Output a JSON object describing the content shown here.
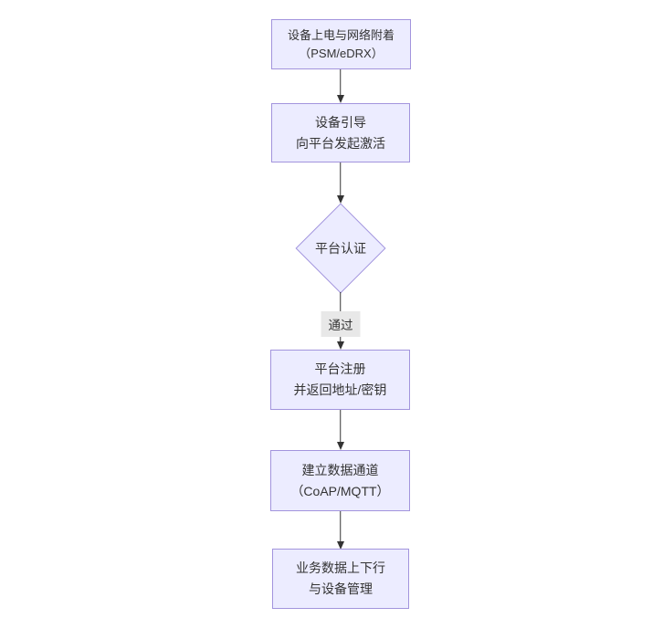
{
  "diagram": {
    "type": "flowchart",
    "direction": "top-down",
    "colors": {
      "background": "#ffffff",
      "node_fill": "#ececff",
      "node_border": "#a294dd",
      "text": "#333333",
      "arrow": "#333333",
      "edge_label_bg": "#e8e8e8"
    },
    "nodes": [
      {
        "id": "power-attach",
        "shape": "rect",
        "lines": [
          "设备上电与网络附着",
          "（PSM/eDRX）"
        ]
      },
      {
        "id": "bootstrap",
        "shape": "rect",
        "lines": [
          "设备引导",
          "向平台发起激活"
        ]
      },
      {
        "id": "platform-auth",
        "shape": "diamond",
        "lines": [
          "平台认证"
        ]
      },
      {
        "id": "register",
        "shape": "rect",
        "lines": [
          "平台注册",
          "并返回地址/密钥"
        ]
      },
      {
        "id": "data-channel",
        "shape": "rect",
        "lines": [
          "建立数据通道",
          "（CoAP/MQTT）"
        ]
      },
      {
        "id": "business",
        "shape": "rect",
        "lines": [
          "业务数据上下行",
          "与设备管理"
        ]
      }
    ],
    "edges": [
      {
        "from": "power-attach",
        "to": "bootstrap",
        "label": ""
      },
      {
        "from": "bootstrap",
        "to": "platform-auth",
        "label": ""
      },
      {
        "from": "platform-auth",
        "to": "register",
        "label": "通过"
      },
      {
        "from": "register",
        "to": "data-channel",
        "label": ""
      },
      {
        "from": "data-channel",
        "to": "business",
        "label": ""
      }
    ]
  }
}
